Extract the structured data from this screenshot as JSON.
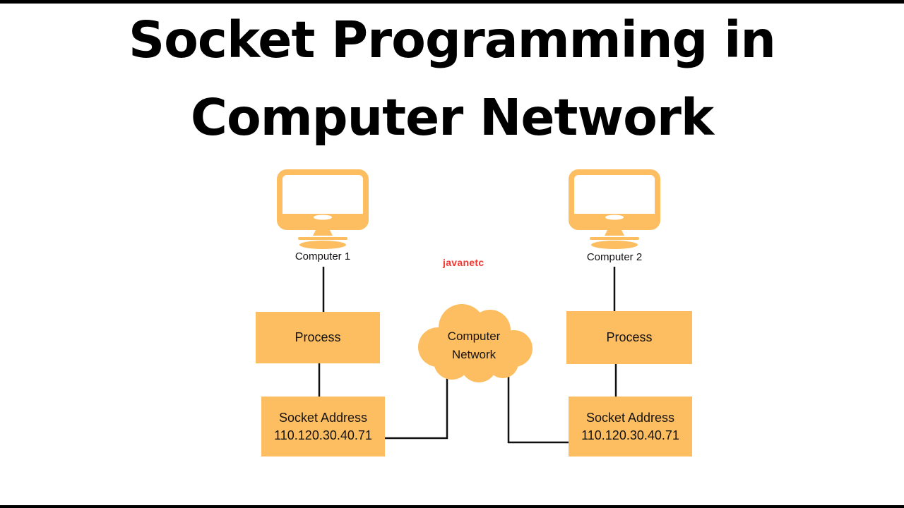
{
  "title": {
    "line1": "Socket Programming in",
    "line2": "Computer Network"
  },
  "watermark": {
    "text": "javanetc",
    "color": "#f2372e"
  },
  "nodes": {
    "computer1": {
      "label": "Computer 1",
      "icon": "monitor-icon"
    },
    "computer2": {
      "label": "Computer 2",
      "icon": "monitor-icon"
    },
    "process1": {
      "label": "Process"
    },
    "process2": {
      "label": "Process"
    },
    "socket1": {
      "line1": "Socket Address",
      "line2": "110.120.30.40.71"
    },
    "socket2": {
      "line1": "Socket Address",
      "line2": "110.120.30.40.71"
    },
    "cloud": {
      "line1": "Computer",
      "line2": "Network",
      "icon": "cloud-icon"
    }
  },
  "colors": {
    "node_fill": "#fdbd61",
    "connector": "#101010",
    "title": "#000000",
    "gradient_left": "#8a5bf7",
    "gradient_mid": "#c175ae",
    "gradient_right": "#fb8e4e"
  }
}
